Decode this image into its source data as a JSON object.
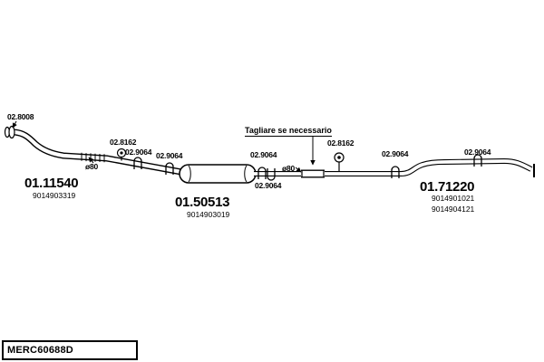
{
  "colors": {
    "ink": "#000000",
    "background": "#ffffff"
  },
  "drawing_code": "MERC60688D",
  "parts": [
    {
      "number": "01.11540",
      "ref": "9014903319"
    },
    {
      "number": "01.50513",
      "ref": "9014903019"
    },
    {
      "number": "01.71220",
      "ref": "9014901021",
      "ref2": "9014904121"
    }
  ],
  "callouts": {
    "flange": "02.8008",
    "hanger": "02.8162",
    "clamp": "02.9064",
    "diameter": "ø80"
  },
  "note": {
    "cut_instruction": "Tagliare se necessario"
  }
}
